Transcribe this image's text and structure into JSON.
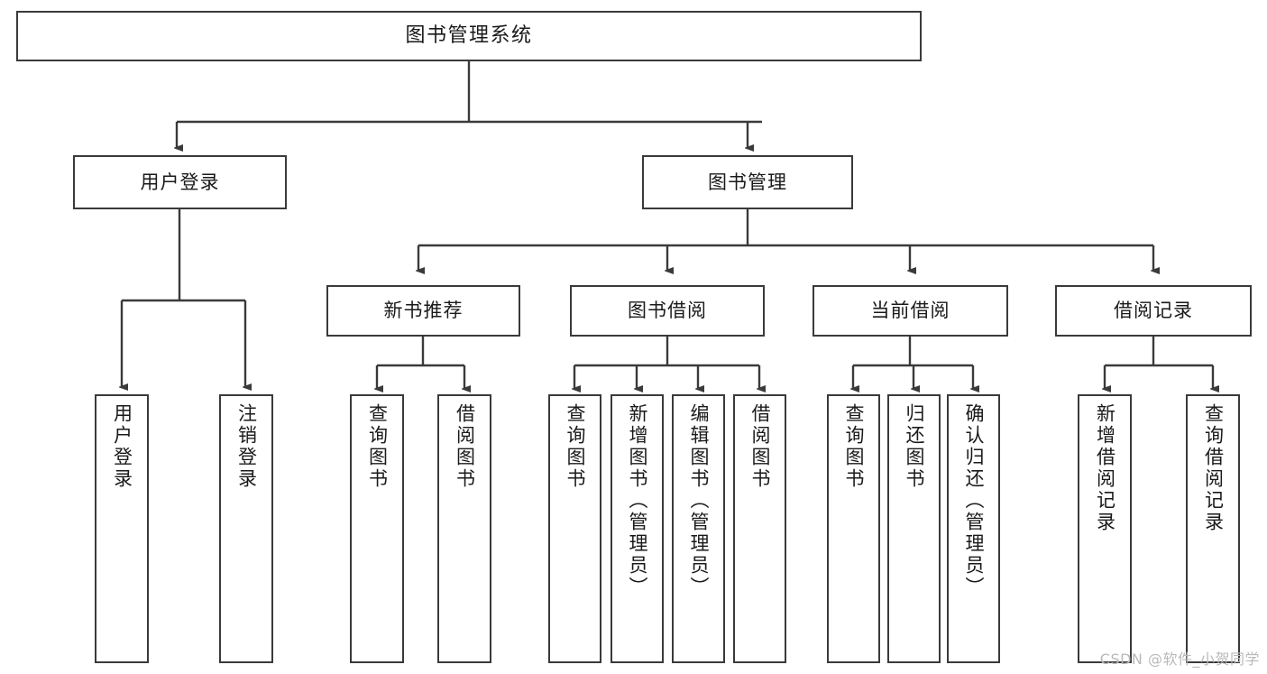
{
  "diagram": {
    "title": "图书管理系统",
    "type": "function-structure-tree",
    "root": {
      "id": "root",
      "label": "图书管理系统"
    },
    "level1": [
      {
        "id": "user-login",
        "label": "用户登录"
      },
      {
        "id": "book-manage",
        "label": "图书管理"
      }
    ],
    "level2": [
      {
        "id": "new-book-rec",
        "label": "新书推荐",
        "parent": "book-manage"
      },
      {
        "id": "book-borrow",
        "label": "图书借阅",
        "parent": "book-manage"
      },
      {
        "id": "current-borrow",
        "label": "当前借阅",
        "parent": "book-manage"
      },
      {
        "id": "borrow-record",
        "label": "借阅记录",
        "parent": "book-manage"
      }
    ],
    "leaves": [
      {
        "id": "leaf-user-login",
        "label": "用户登录",
        "parent": "user-login"
      },
      {
        "id": "leaf-user-logout",
        "label": "注销登录",
        "parent": "user-login"
      },
      {
        "id": "leaf-query-book-1",
        "label": "查询图书",
        "parent": "new-book-rec"
      },
      {
        "id": "leaf-borrow-book-1",
        "label": "借阅图书",
        "parent": "new-book-rec"
      },
      {
        "id": "leaf-query-book-2",
        "label": "查询图书",
        "parent": "book-borrow"
      },
      {
        "id": "leaf-add-book",
        "label": "新增图书（管理员）",
        "parent": "book-borrow"
      },
      {
        "id": "leaf-edit-book",
        "label": "编辑图书（管理员）",
        "parent": "book-borrow"
      },
      {
        "id": "leaf-borrow-book-2",
        "label": "借阅图书",
        "parent": "book-borrow"
      },
      {
        "id": "leaf-query-book-3",
        "label": "查询图书",
        "parent": "current-borrow"
      },
      {
        "id": "leaf-return-book",
        "label": "归还图书",
        "parent": "current-borrow"
      },
      {
        "id": "leaf-confirm-return",
        "label": "确认归还（管理员）",
        "parent": "current-borrow"
      },
      {
        "id": "leaf-add-record",
        "label": "新增借阅记录",
        "parent": "borrow-record"
      },
      {
        "id": "leaf-query-record",
        "label": "查询借阅记录",
        "parent": "borrow-record"
      }
    ],
    "colors": {
      "stroke": "#3a3a3a",
      "fill": "#ffffff",
      "text": "#1a1a1a",
      "watermark": "#b9b9b9"
    }
  },
  "watermark": {
    "text": "CSDN @软件_小贺同学"
  }
}
